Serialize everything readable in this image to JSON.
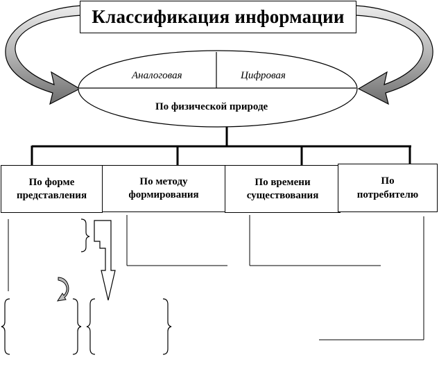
{
  "title": "Классификация информации",
  "ellipse": {
    "left_label": "Аналоговая",
    "right_label": "Цифровая",
    "bottom_label": "По физической природе"
  },
  "categories": [
    "По форме\nпредставления",
    "По методу\nформирования",
    "По времени\nсуществования",
    "По\nпотребителю"
  ]
}
